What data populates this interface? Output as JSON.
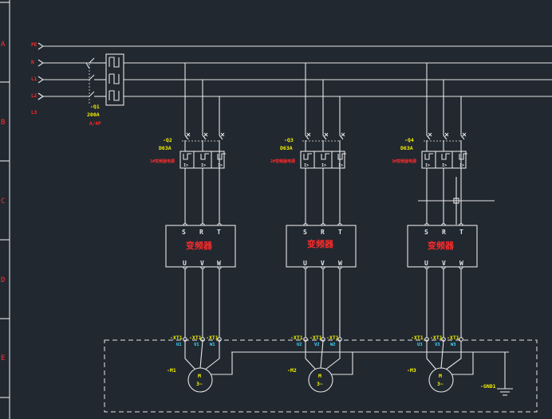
{
  "grid": {
    "rows": [
      "A",
      "B",
      "C",
      "D",
      "E"
    ]
  },
  "supply": [
    {
      "top": "PE",
      "bottom": ""
    },
    {
      "top": "N",
      "bottom": ""
    },
    {
      "top": "L1",
      "bottom": ""
    },
    {
      "top": "L2",
      "bottom": ""
    },
    {
      "top": "L3",
      "bottom": ""
    }
  ],
  "main_breaker": {
    "tag": "-Q1",
    "rating": "200A",
    "note": "A/4P"
  },
  "branches": [
    {
      "breaker_tag": "-Q2",
      "breaker_rating": "D63A",
      "breaker_note": "1#变频器电源",
      "vfd_inputs": [
        "S",
        "R",
        "T"
      ],
      "vfd_label": "变频器",
      "vfd_outputs": [
        "U",
        "V",
        "W"
      ],
      "terminal_tags": [
        "-XT1",
        "-XT1",
        "-XT1"
      ],
      "terminal_nums": [
        "U1",
        "V1",
        "W1"
      ],
      "motor_tag": "-M1",
      "motor_top": "M",
      "motor_bottom": "3~"
    },
    {
      "breaker_tag": "-Q3",
      "breaker_rating": "D63A",
      "breaker_note": "2#变频器电源",
      "vfd_inputs": [
        "S",
        "R",
        "T"
      ],
      "vfd_label": "变频器",
      "vfd_outputs": [
        "U",
        "V",
        "W"
      ],
      "terminal_tags": [
        "-XT1",
        "-XT1",
        "-XT1"
      ],
      "terminal_nums": [
        "U2",
        "V2",
        "W2"
      ],
      "motor_tag": "-M2",
      "motor_top": "M",
      "motor_bottom": "3~"
    },
    {
      "breaker_tag": "-Q4",
      "breaker_rating": "D63A",
      "breaker_note": "3#变频器电源",
      "vfd_inputs": [
        "S",
        "R",
        "T"
      ],
      "vfd_label": "变频器",
      "vfd_outputs": [
        "U",
        "V",
        "W"
      ],
      "terminal_tags": [
        "-XT1",
        "-XT1",
        "-XT1"
      ],
      "terminal_nums": [
        "U3",
        "V3",
        "W3"
      ],
      "motor_tag": "-M3",
      "motor_top": "M",
      "motor_bottom": "3~"
    }
  ],
  "trip_glyph": "I>",
  "ground": {
    "tag": "-GND1"
  }
}
